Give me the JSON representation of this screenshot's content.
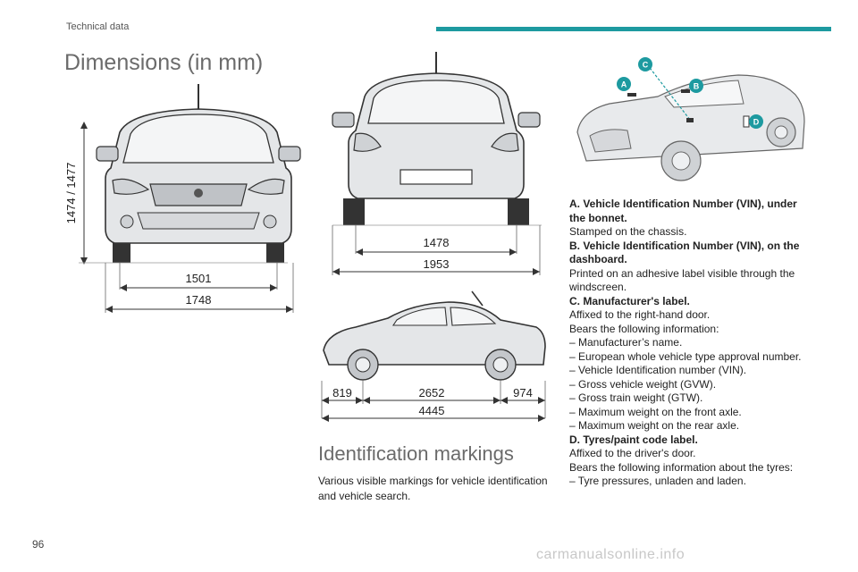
{
  "header": {
    "section": "Technical data",
    "accent_color": "#1d9aa0"
  },
  "page_title": "Dimensions (in mm)",
  "front_view": {
    "height": "1474 / 1477",
    "track": "1501",
    "width": "1748"
  },
  "rear_view": {
    "track": "1478",
    "width": "1953"
  },
  "side_view": {
    "front_overhang": "819",
    "wheelbase": "2652",
    "rear_overhang": "974",
    "length": "4445"
  },
  "id_view": {
    "labels": [
      "A",
      "B",
      "C",
      "D"
    ]
  },
  "identification": {
    "title": "Identification markings",
    "intro": "Various visible markings for vehicle identification and vehicle search."
  },
  "markings": [
    {
      "heading": "A. Vehicle Identification Number (VIN), under the bonnet.",
      "lines": [
        "Stamped on the chassis."
      ]
    },
    {
      "heading": "B. Vehicle Identification Number (VIN), on the dashboard.",
      "lines": [
        "Printed on an adhesive label visible through the windscreen."
      ]
    },
    {
      "heading": "C. Manufacturer's label.",
      "lines": [
        "Affixed to the right-hand door.",
        "Bears the following information:",
        "– Manufacturer’s name.",
        "– European whole vehicle type approval number.",
        "– Vehicle Identification number (VIN).",
        "– Gross vehicle weight (GVW).",
        "– Gross train weight (GTW).",
        "– Maximum weight on the front axle.",
        "– Maximum weight on the rear axle."
      ]
    },
    {
      "heading": "D. Tyres/paint code label.",
      "lines": [
        "Affixed to the driver's door.",
        "Bears the following information about the tyres:",
        "– Tyre pressures, unladen and laden."
      ]
    }
  ],
  "footer": {
    "page_number": "96",
    "watermark": "carmanualsonline.info"
  }
}
